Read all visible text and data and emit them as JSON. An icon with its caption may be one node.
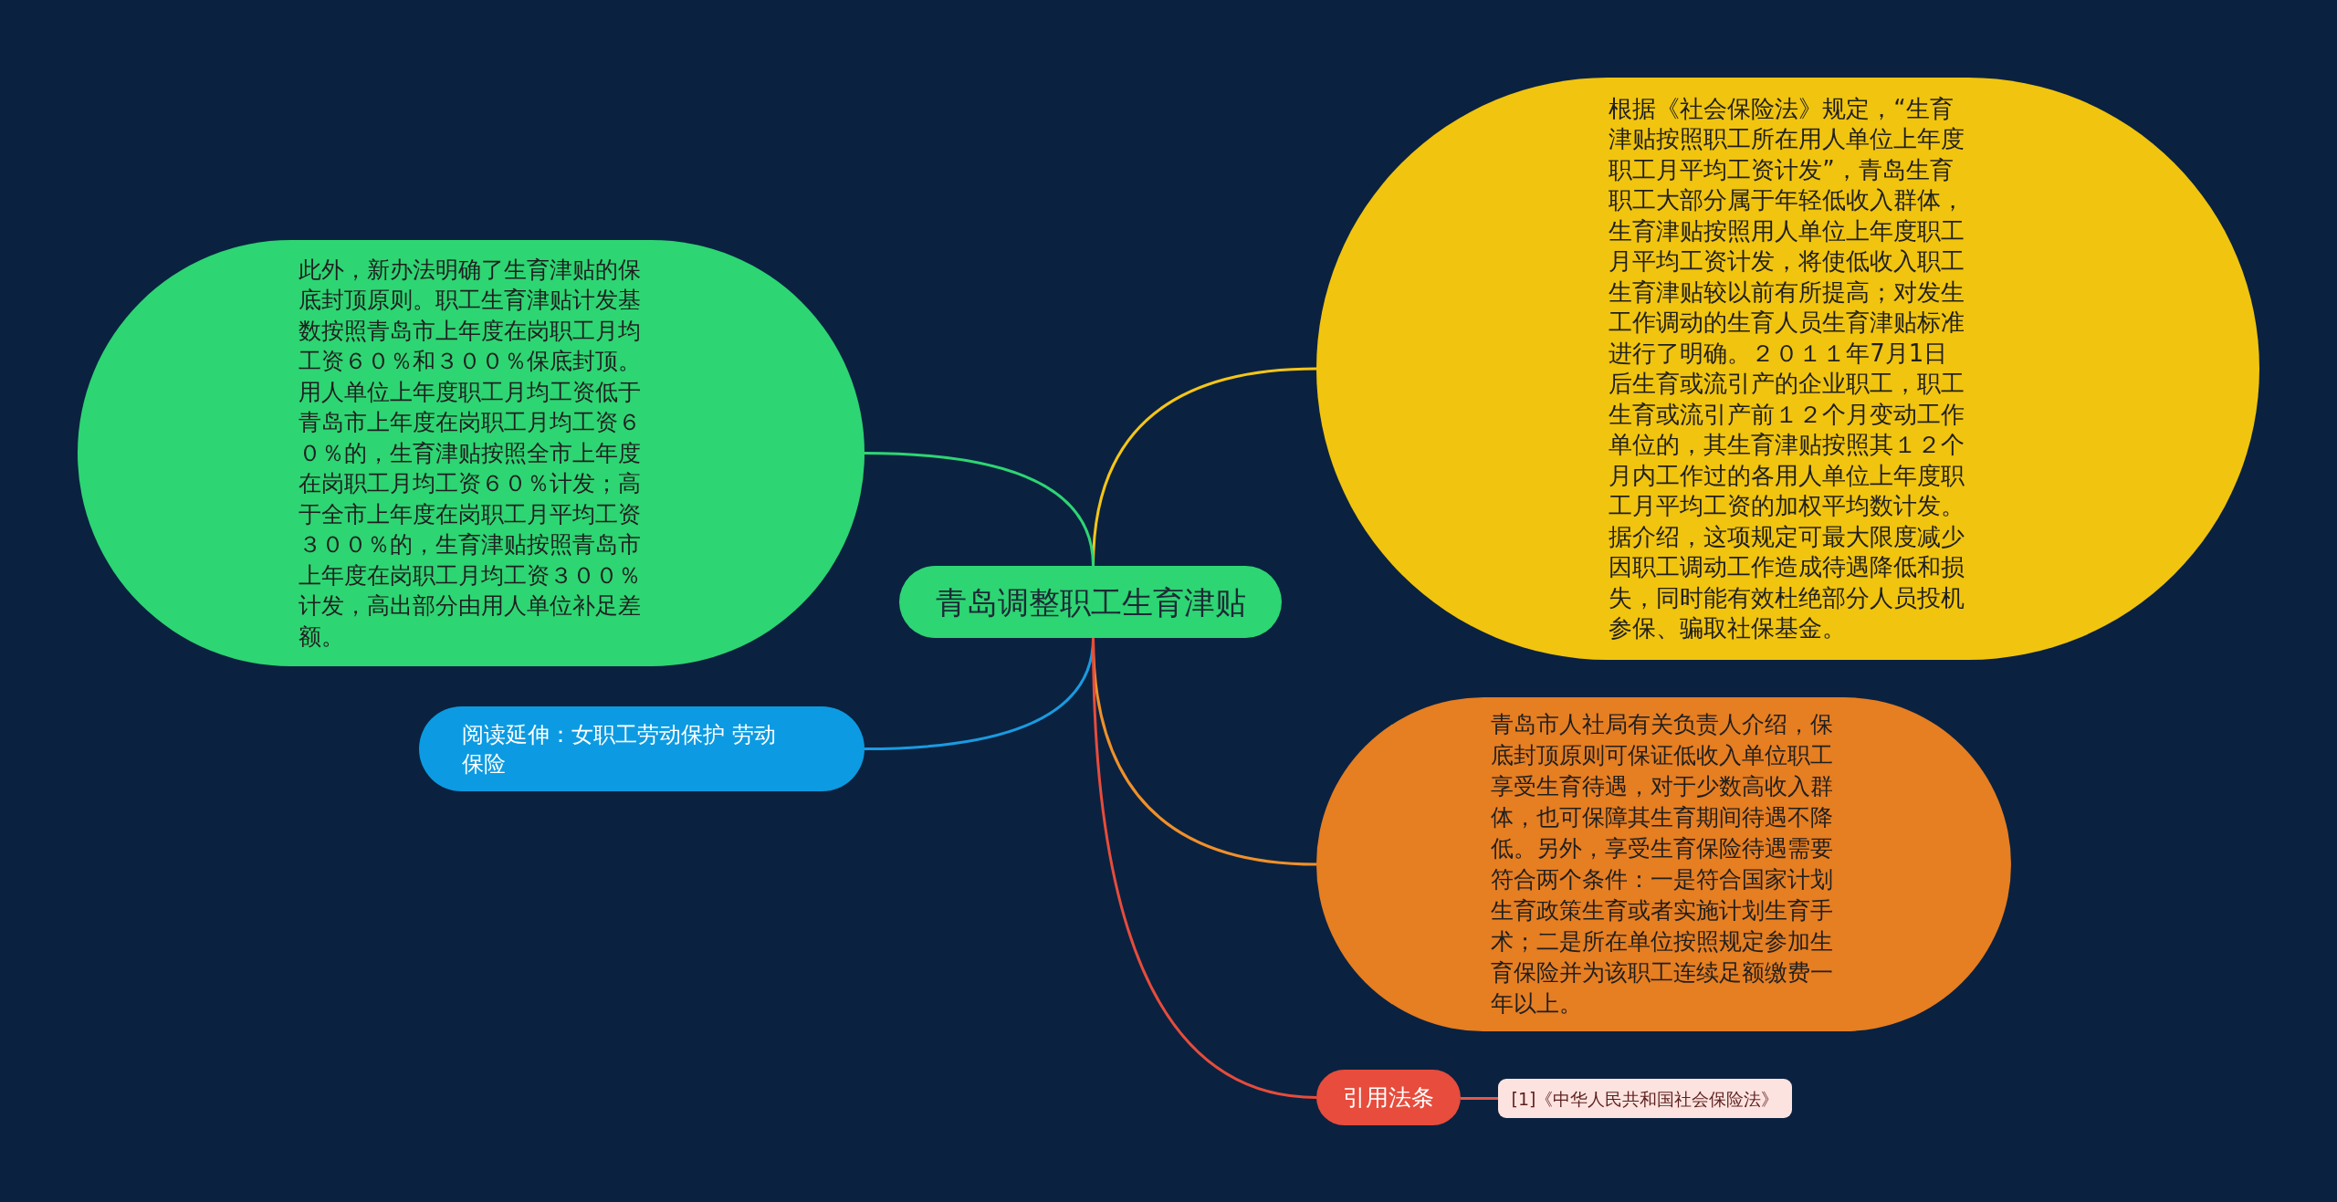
{
  "diagram": {
    "nodes": [
      {
        "text": [
          "青岛调整职工生育津贴"
        ]
      },
      {
        "text": [
          "根据《社会保险法》规定，“生育津贴按照职工所在用人单位上年度职工月平均工资计发”，青岛生育职工大部分属于年轻低收入群体，生育津贴按照用人单位上年度职工月平均工资计发，将使低收入职工生育津贴较以前有所提高；对发生工作调动的生育人员生育津贴标准进行了明确。２０１１年7月1日后生育或流引产的企业职工，职工生育或流引产前１２个月变动工作单位的，其生育津贴按照其１２个月内工作过的各用人单位上年度职工月平均工资的加权平均数计发。据介绍，这项规定可最大限度减少因职工调动工作造成待遇降低和损失，同时能有效杜绝部分人员投机参保、骗取社保基金。"
        ]
      },
      {
        "text": [
          "此外，新办法明确了生育津贴的保底封顶原则。职工生育津贴计发基数按照青岛市上年度在岗职工月均工资６０％和３００％保底封顶。用人单位上年度职工月均工资低于青岛市上年度在岗职工月均工资６０％的，生育津贴按照全市上年度在岗职工月均工资６０％计发；高于全市上年度在岗职工月平均工资３００％的，生育津贴按照青岛市上年度在岗职工月均工资３００％计发，高出部分由用人单位补足差额。"
        ]
      },
      {
        "text": [
          "阅读延伸：女职工劳动保护 劳动保险"
        ]
      },
      {
        "text": [
          "青岛市人社局有关负责人介绍，保底封顶原则可保证低收入单位职工享受生育待遇，对于少数高收入群体，也可保障其生育期间待遇不降低。另外，享受生育保险待遇需要符合两个条件：一是符合国家计划生育政策生育或者实施计划生育手术；二是所在单位按照规定参加生育保险并为该职工连续足额缴费一年以上。"
        ]
      },
      {
        "text": [
          "引用法条"
        ]
      },
      {
        "text": [
          "[1]《中华人民共和国社会保险法》"
        ]
      }
    ],
    "edges": [
      {
        "from": 0,
        "to": 1,
        "arrow": "none",
        "color": "#f5c518"
      },
      {
        "from": 0,
        "to": 2,
        "arrow": "none",
        "color": "#2ed573"
      },
      {
        "from": 0,
        "to": 3,
        "arrow": "none",
        "color": "#1a9be0"
      },
      {
        "from": 0,
        "to": 4,
        "arrow": "none",
        "color": "#f0902a"
      },
      {
        "from": 0,
        "to": 5,
        "arrow": "none",
        "color": "#e74c3c"
      },
      {
        "from": 5,
        "to": 6,
        "arrow": "none",
        "color": "#e05a4c"
      }
    ]
  }
}
